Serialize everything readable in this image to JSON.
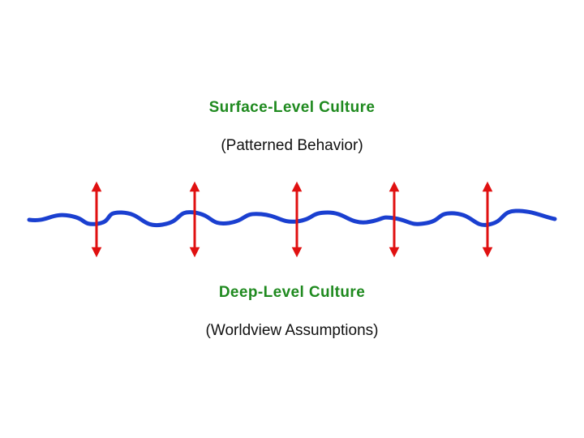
{
  "surface": {
    "title": "Surface-Level Culture",
    "subtitle": "(Patterned Behavior)"
  },
  "deep": {
    "title": "Deep-Level Culture",
    "subtitle": "(Worldview Assumptions)"
  },
  "colors": {
    "heading": "#1f8a1f",
    "wave": "#1a3fd0",
    "arrow": "#e01010",
    "text": "#111111"
  },
  "arrow_count": 5
}
